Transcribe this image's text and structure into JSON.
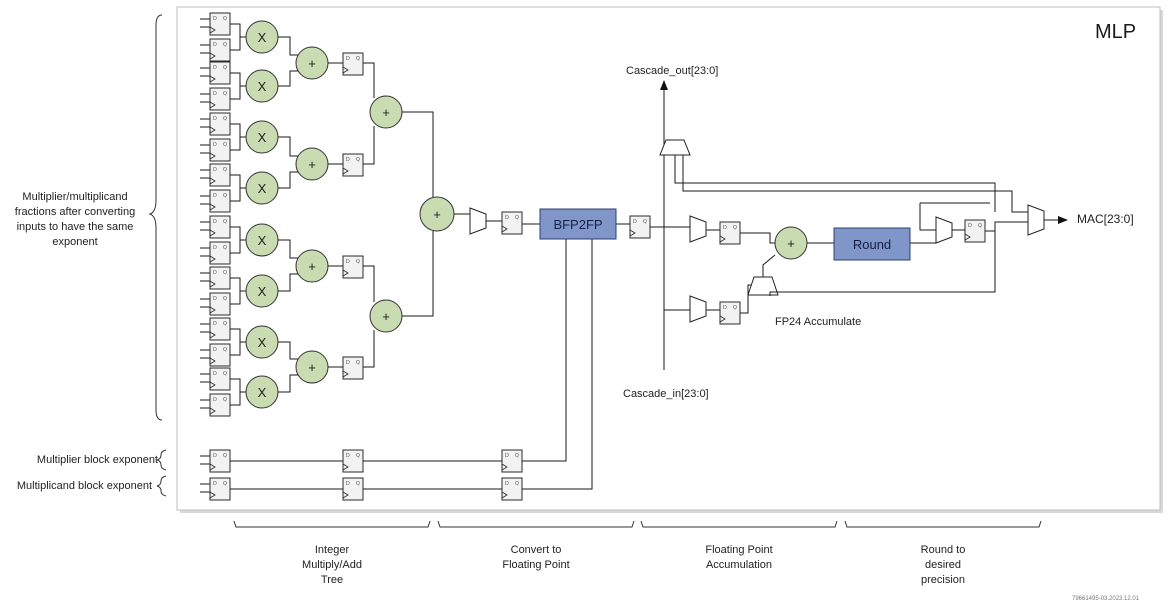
{
  "block": {
    "title": "MLP"
  },
  "labels": {
    "fractions": [
      "Multiplier/multiplicand",
      "fractions after converting",
      "inputs to have the same",
      "exponent"
    ],
    "multiplier_exp": "Multiplier block exponent",
    "multiplicand_exp": "Multiplicand block exponent",
    "cascade_out": "Cascade_out[23:0]",
    "cascade_in": "Cascade_in[23:0]",
    "mac_out": "MAC[23:0]",
    "fp24": "FP24 Accumulate",
    "doc_id": "79661495-03.2023.12.01"
  },
  "blocks": {
    "bfp2fp": "BFP2FP",
    "round": "Round"
  },
  "ops": {
    "mul": "X",
    "add": "+"
  },
  "ff": {
    "d": "D",
    "q": "Q"
  },
  "stages": [
    {
      "name": "Integer\nMultiply/Add\nTree"
    },
    {
      "name": "Convert to\nFloating Point"
    },
    {
      "name": "Floating Point\nAccumulation"
    },
    {
      "name": "Round to\ndesired\nprecision"
    }
  ]
}
